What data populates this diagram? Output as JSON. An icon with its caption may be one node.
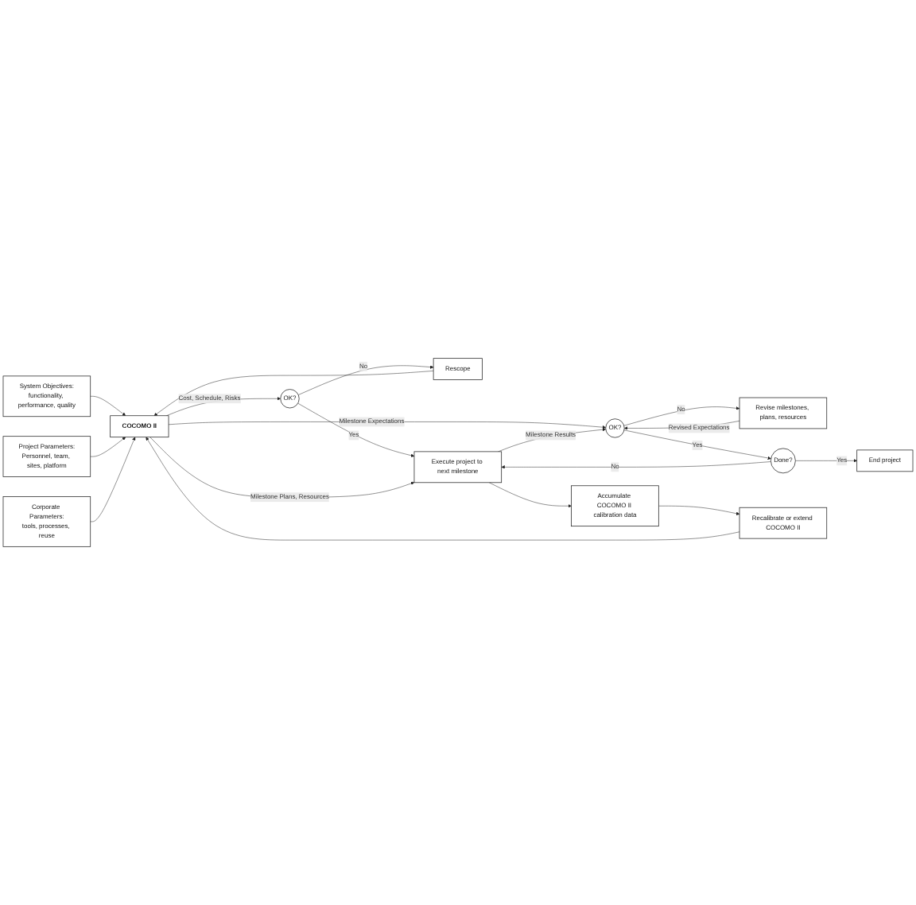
{
  "diagram": {
    "nodes": [
      {
        "text": [
          "System Objectives:",
          "functionality, performance, quality"
        ]
      },
      {
        "text": [
          "Rescope"
        ]
      },
      {
        "text": [
          "Project Parameters:",
          "Personnel, team, sites, platform"
        ]
      },
      {
        "text": [
          "COCOMO II"
        ]
      },
      {
        "text": [
          "OK?"
        ]
      },
      {
        "text": [
          "Execute project to next milestone"
        ]
      },
      {
        "text": [
          "Corporate Parameters:",
          "tools, processes, reuse"
        ]
      },
      {
        "text": [
          "Revise milestones, plans, resources"
        ]
      },
      {
        "text": [
          "OK?"
        ]
      },
      {
        "text": [
          "Accumulate COCOMO II calibration data"
        ]
      },
      {
        "text": [
          "Done?"
        ]
      },
      {
        "text": [
          "Recalibrate or extend COCOMO II"
        ]
      },
      {
        "text": [
          "End project"
        ]
      }
    ],
    "edges": [
      {
        "from": 0,
        "to": 3,
        "arrow": "to"
      },
      {
        "from": 2,
        "to": 3,
        "arrow": "to"
      },
      {
        "from": 6,
        "to": 3,
        "arrow": "to"
      },
      {
        "from": 1,
        "to": 3,
        "arrow": "to"
      },
      {
        "from": 3,
        "to": 4,
        "arrow": "to",
        "label": "Cost, Schedule, Risks"
      },
      {
        "from": 4,
        "to": 1,
        "arrow": "to",
        "label": "No"
      },
      {
        "from": 4,
        "to": 5,
        "arrow": "to",
        "label": "Yes"
      },
      {
        "from": 3,
        "to": 5,
        "arrow": "to",
        "label": "Milestone Plans, Resources"
      },
      {
        "from": 3,
        "to": 8,
        "arrow": "to",
        "label": "Milestone Expectations"
      },
      {
        "from": 5,
        "to": 8,
        "arrow": "to",
        "label": "Milestone Results"
      },
      {
        "from": 8,
        "to": 7,
        "arrow": "to",
        "label": "No"
      },
      {
        "from": 7,
        "to": 8,
        "arrow": "to",
        "label": "Revised Expectations"
      },
      {
        "from": 8,
        "to": 10,
        "arrow": "to",
        "label": "Yes"
      },
      {
        "from": 10,
        "to": 12,
        "arrow": "to",
        "label": "Yes"
      },
      {
        "from": 10,
        "to": 5,
        "arrow": "to",
        "label": "No"
      },
      {
        "from": 5,
        "to": 9,
        "arrow": "to"
      },
      {
        "from": 9,
        "to": 11,
        "arrow": "to"
      },
      {
        "from": 11,
        "to": 3,
        "arrow": "to"
      }
    ]
  }
}
